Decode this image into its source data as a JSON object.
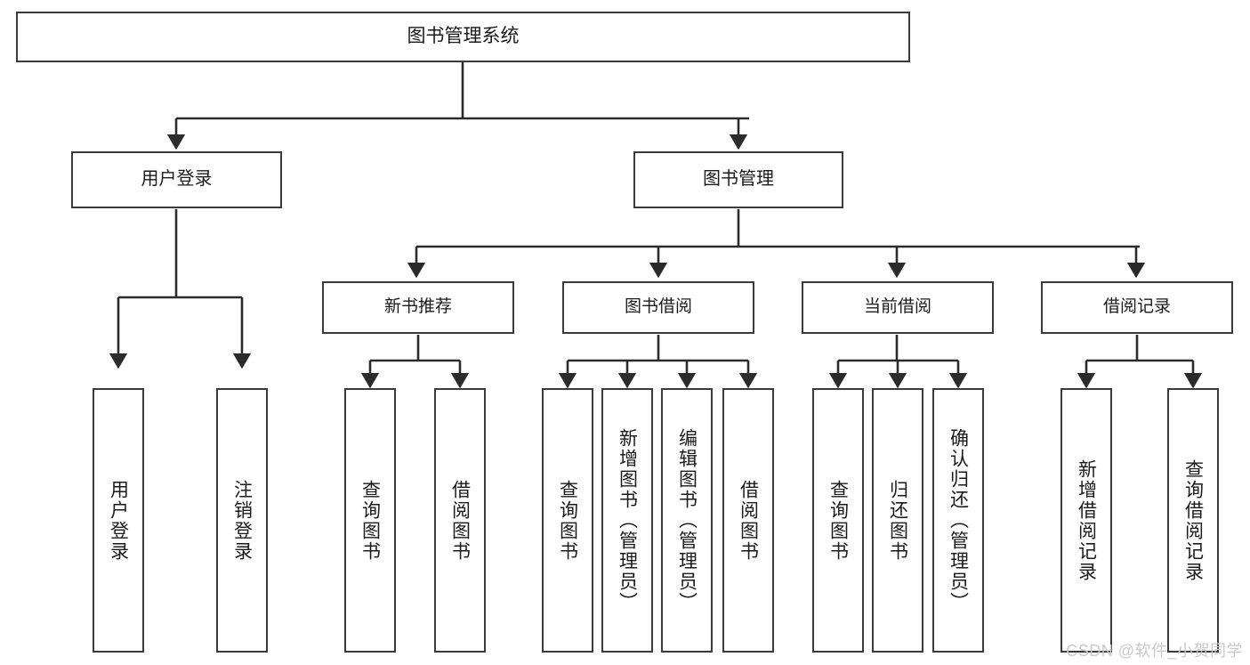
{
  "diagram": {
    "type": "tree-hierarchy-chart",
    "title": "图书管理系统",
    "watermark": "CSDN @软件_小贺同学",
    "colors": {
      "box_border": "#3a3a3a",
      "box_fill": "#ffffff",
      "edge": "#2b2b2b",
      "text": "#1a1a1a",
      "watermark": "#c9c9c9"
    },
    "nodes": {
      "root": {
        "label": "图书管理系统"
      },
      "level1": [
        {
          "id": "user_login",
          "label": "用户登录"
        },
        {
          "id": "book_manage",
          "label": "图书管理"
        }
      ],
      "level2": [
        {
          "id": "new_book_rec",
          "label": "新书推荐"
        },
        {
          "id": "book_borrow",
          "label": "图书借阅"
        },
        {
          "id": "current_borrow",
          "label": "当前借阅"
        },
        {
          "id": "borrow_record",
          "label": "借阅记录"
        }
      ],
      "leaves": {
        "user_login": [
          {
            "id": "leaf_user_login",
            "label": "用户登录"
          },
          {
            "id": "leaf_user_logout",
            "label": "注销登录"
          }
        ],
        "new_book_rec": [
          {
            "id": "leaf_query_book_1",
            "label": "查询图书"
          },
          {
            "id": "leaf_borrow_book_1",
            "label": "借阅图书"
          }
        ],
        "book_borrow": [
          {
            "id": "leaf_query_book_2",
            "label": "查询图书"
          },
          {
            "id": "leaf_add_book",
            "label": "新增图书（管理员）"
          },
          {
            "id": "leaf_edit_book",
            "label": "编辑图书（管理员）"
          },
          {
            "id": "leaf_borrow_book_2",
            "label": "借阅图书"
          }
        ],
        "current_borrow": [
          {
            "id": "leaf_query_book_3",
            "label": "查询图书"
          },
          {
            "id": "leaf_return_book",
            "label": "归还图书"
          },
          {
            "id": "leaf_confirm_return",
            "label": "确认归还（管理员）"
          }
        ],
        "borrow_record": [
          {
            "id": "leaf_add_record",
            "label": "新增借阅记录"
          },
          {
            "id": "leaf_query_record",
            "label": "查询借阅记录"
          }
        ]
      }
    }
  }
}
